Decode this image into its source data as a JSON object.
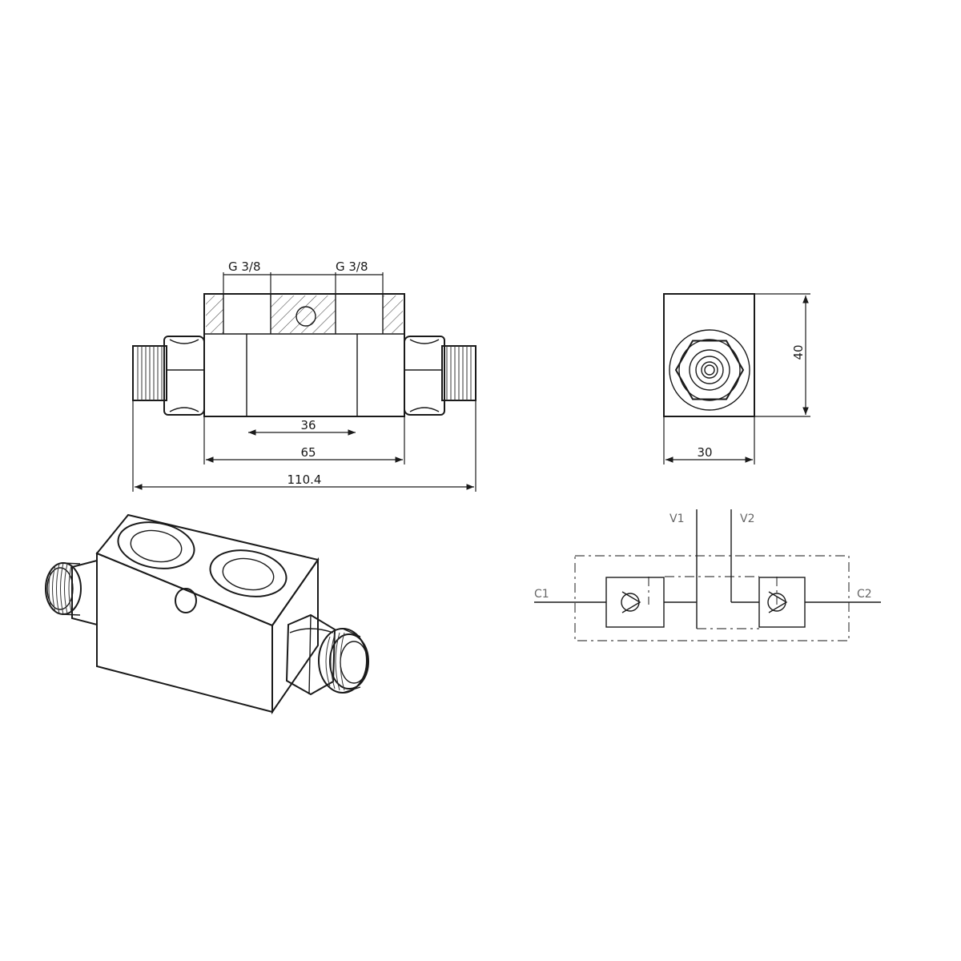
{
  "front_view": {
    "port_left_label": "G 3/8",
    "port_right_label": "G 3/8",
    "dim_36": "36",
    "dim_65": "65",
    "dim_110": "110.4"
  },
  "side_view": {
    "dim_height": "40",
    "dim_width": "30"
  },
  "schematic": {
    "v1": "V1",
    "v2": "V2",
    "c1": "C1",
    "c2": "C2"
  }
}
